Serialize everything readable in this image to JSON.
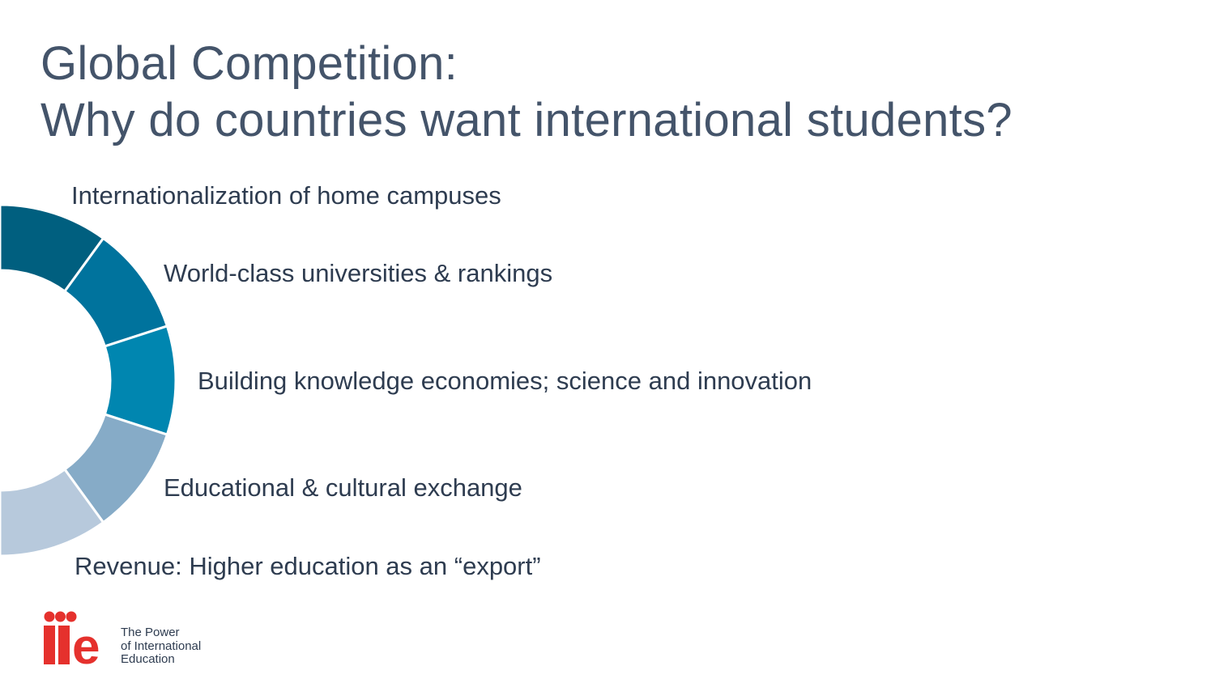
{
  "slide": {
    "title_line1": "Global Competition:",
    "title_line2": "Why do countries want international students?"
  },
  "diagram": {
    "type": "segmented-ring",
    "items": [
      {
        "label": "Internationalization of home campuses",
        "color": "#005f7f"
      },
      {
        "label": "World-class universities & rankings",
        "color": "#00739d"
      },
      {
        "label": "Building knowledge economies; science and innovation",
        "color": "#0086b0"
      },
      {
        "label": "Educational & cultural exchange",
        "color": "#86abc7"
      },
      {
        "label": "Revenue: Higher education as an “export”",
        "color": "#b7c9dc"
      }
    ]
  },
  "logo": {
    "wordmark": "iie",
    "brand_color": "#e5312d",
    "tagline_line1": "The Power",
    "tagline_line2": "of International",
    "tagline_line3": "Education"
  },
  "colors": {
    "title": "#44546a",
    "text": "#2e3c50",
    "background": "#ffffff"
  }
}
